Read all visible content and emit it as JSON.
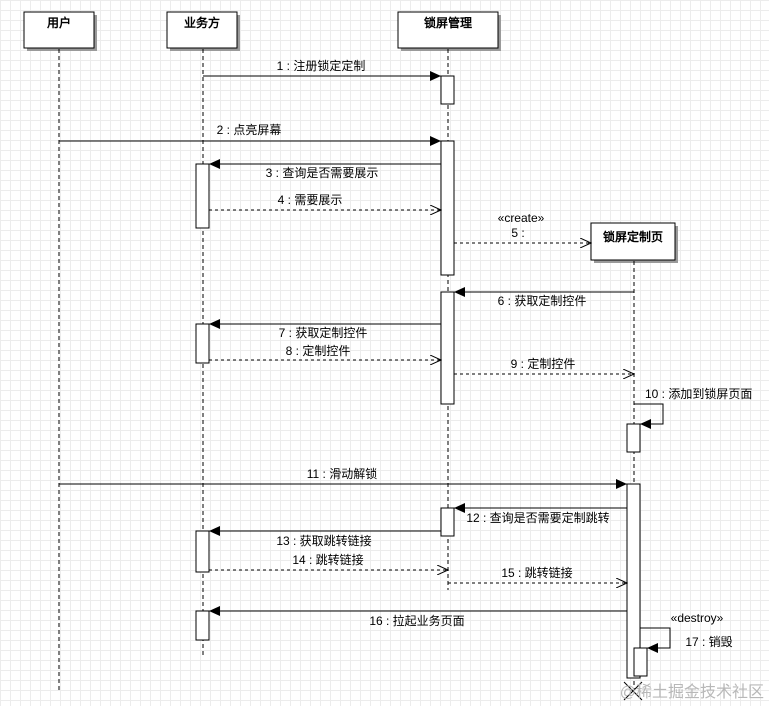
{
  "participants": {
    "user": "用户",
    "business": "业务方",
    "lock_manager": "锁屏管理",
    "lock_custom_page": "锁屏定制页"
  },
  "messages": {
    "m1": "1 : 注册锁定定制",
    "m2": "2 : 点亮屏幕",
    "m3": "3 : 查询是否需要展示",
    "m4": "4 : 需要展示",
    "m5_stereotype": "«create»",
    "m5": "5 :",
    "m6": "6 : 获取定制控件",
    "m7": "7 : 获取定制控件",
    "m8": "8 : 定制控件",
    "m9": "9 : 定制控件",
    "m10": "10 : 添加到锁屏页面",
    "m11": "11 : 滑动解锁",
    "m12": "12 : 查询是否需要定制跳转",
    "m13": "13 : 获取跳转链接",
    "m14": "14 : 跳转链接",
    "m15": "15 : 跳转链接",
    "m16": "16 : 拉起业务页面",
    "m17_stereotype": "«destroy»",
    "m17": "17 : 销毁"
  },
  "watermark": "@稀土掘金技术社区"
}
